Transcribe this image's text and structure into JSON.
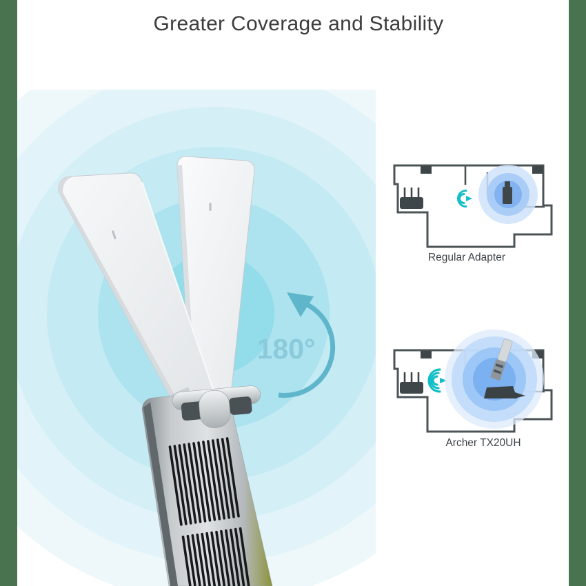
{
  "title": "Greater Coverage and Stability",
  "hero": {
    "rotation_label": "180°",
    "description": "USB WiFi adapter with foldable high-gain antenna shown in two positions"
  },
  "figures": [
    {
      "label": "Regular Adapter"
    },
    {
      "label": "Archer TX20UH"
    }
  ],
  "icons": {
    "rotation_arrow": "curved-arrow-counterclockwise",
    "wifi_signal": "wifi-waves-toward-right",
    "router": "wireless-router",
    "usb_adapter": "usb-adapter-stick",
    "antenna_adapter": "adapter-with-raised-antenna"
  },
  "colors": {
    "letterbox_green": "#48734e",
    "title_text": "#3d3d3d",
    "label_text": "#3d4449",
    "accent_teal": "#5fb6cb",
    "rotation_text": "#8acadb",
    "wifi_teal": "#13bfc6",
    "wall_gray": "#4b5356",
    "device_dark": "#3f464a",
    "glow_blue_strong": "#7bb0f1",
    "glow_blue_soft": "#dcebfb",
    "ring_inner": "#93dcea",
    "ring_outer": "#eef8fb"
  }
}
